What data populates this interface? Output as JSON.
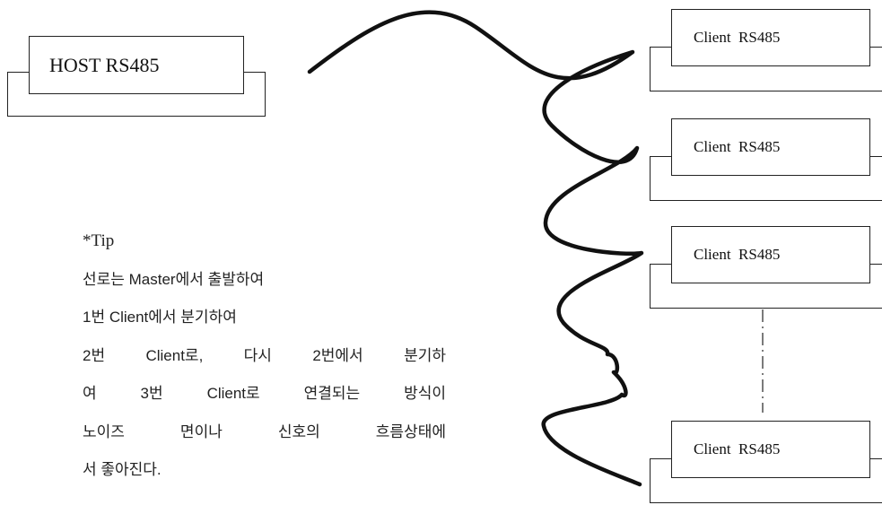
{
  "host": {
    "label": "HOST RS485"
  },
  "clients": [
    {
      "label": "Client  RS485"
    },
    {
      "label": "Client  RS485"
    },
    {
      "label": "Client  RS485"
    },
    {
      "label": "Client  RS485"
    }
  ],
  "tip": {
    "title": "*Tip",
    "lines": [
      "선로는 Master에서 출발하여",
      "1번 Client에서 분기하여",
      "2번 Client로, 다시 2번에서 분기하",
      "여 3번 Client로 연결되는 방식이",
      "노이즈 면이나 신호의 흐름상태에",
      "서 좋아진다."
    ]
  },
  "colors": {
    "stroke": "#111111",
    "text": "#222222"
  }
}
